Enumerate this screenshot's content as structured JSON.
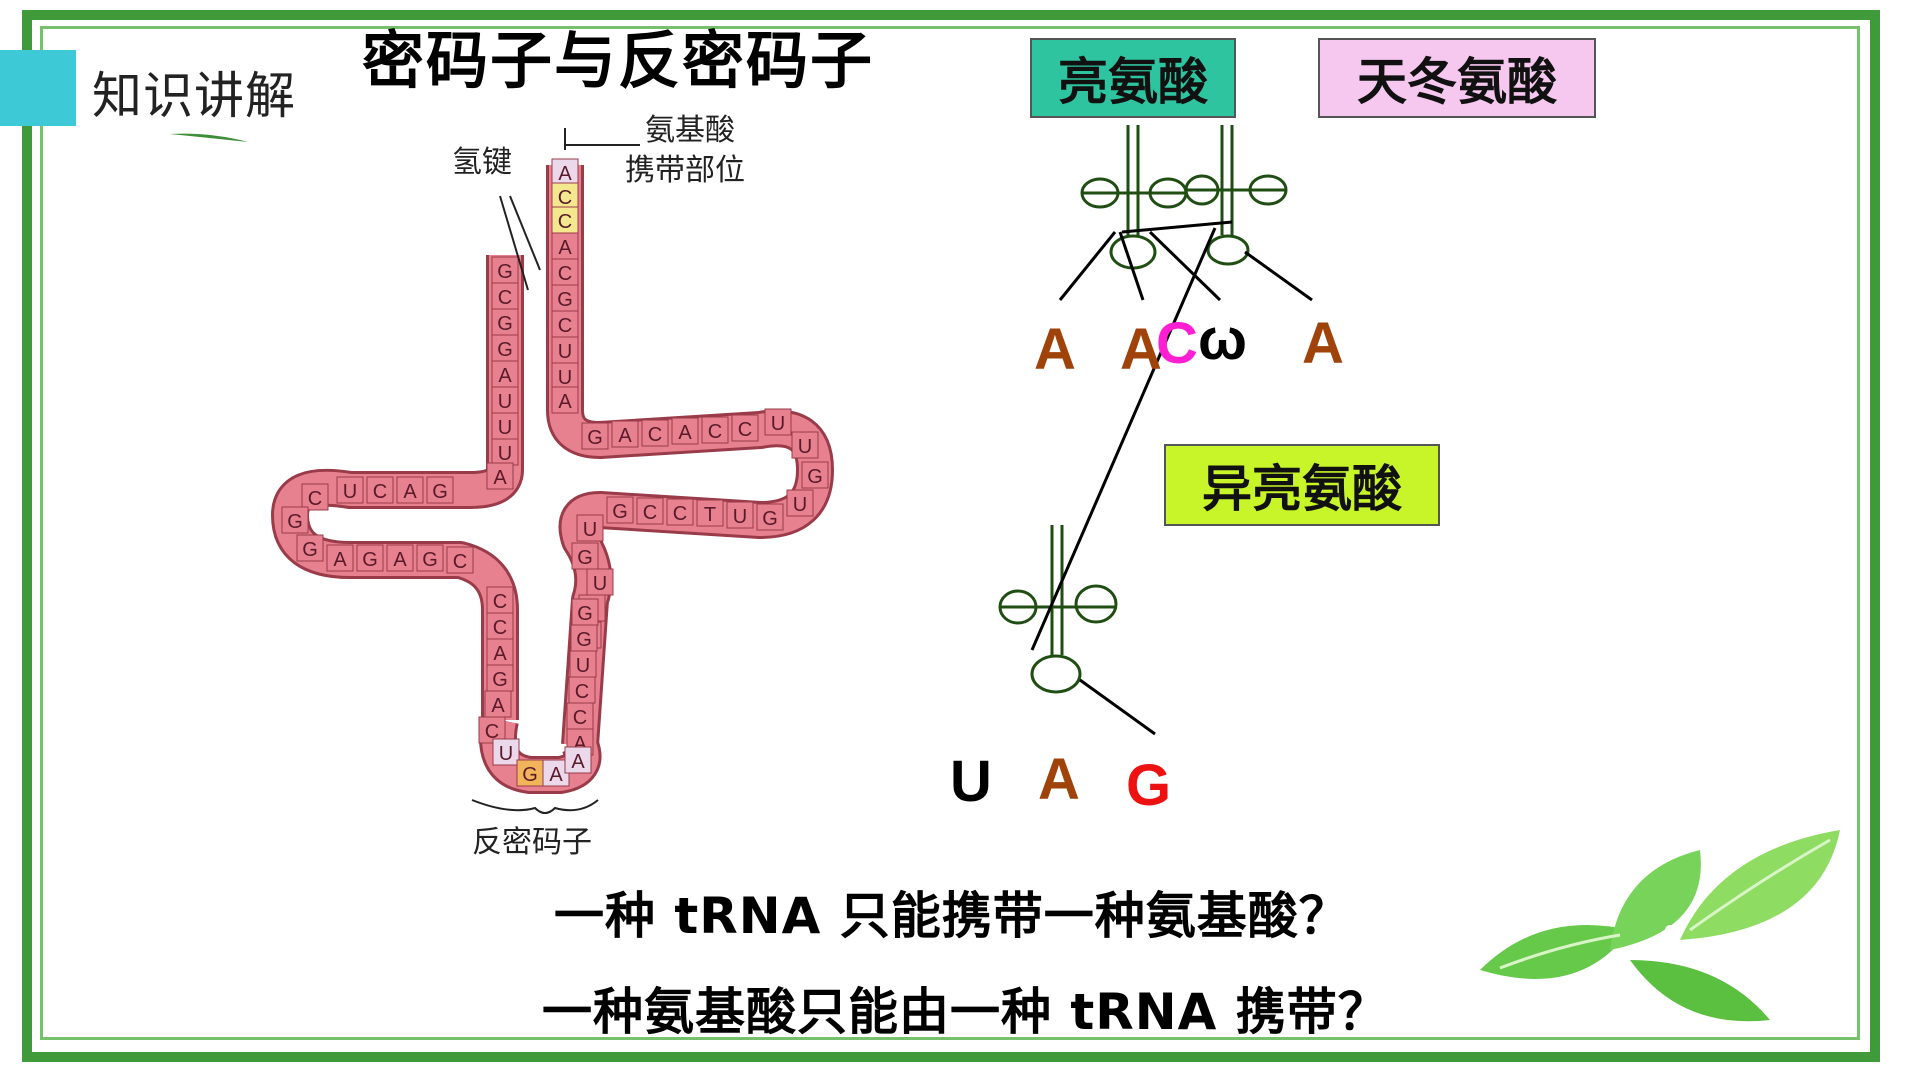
{
  "section": {
    "label": "知识讲解",
    "accent": "#3ec9d6"
  },
  "title": "密码子与反密码子",
  "trna": {
    "acceptor_stem": [
      "A",
      "C",
      "C",
      "A",
      "C",
      "G",
      "C",
      "U",
      "U",
      "A"
    ],
    "stem_left": [
      "G",
      "C",
      "G",
      "G",
      "A",
      "U",
      "U",
      "U",
      "A"
    ],
    "d_loop": [
      "G",
      "A",
      "C",
      "U",
      "C",
      "G",
      "G",
      "A",
      "G",
      "A",
      "G",
      "C"
    ],
    "right_arm": [
      "G",
      "A",
      "C",
      "A",
      "C",
      "C",
      "U",
      "U",
      "G",
      "U",
      "G",
      "U",
      "T",
      "C",
      "C",
      "G"
    ],
    "right_inner": [
      "U",
      "G",
      "U",
      "G",
      "G"
    ],
    "anticodon_stem_left": [
      "C",
      "C",
      "A",
      "G",
      "A",
      "C"
    ],
    "anticodon_stem_right": [
      "G",
      "G",
      "U",
      "C",
      "C",
      "A"
    ],
    "anticodon_loop": [
      "U",
      "G",
      "A",
      "A"
    ],
    "labels": {
      "hydrogen_bond": "氢键",
      "amino_site_1": "氨基酸",
      "amino_site_2": "携带部位",
      "anticodon": "反密码子"
    },
    "colors": {
      "body": "#e8818f",
      "edge": "#9a3b4a",
      "pale": "#ebd8ea",
      "yellow": "#f4e88e",
      "orange": "#f2b45a"
    }
  },
  "amino_acids": [
    {
      "name": "亮氨酸",
      "color": "#2ec4a0"
    },
    {
      "name": "天冬氨酸",
      "color": "#f6c7ef"
    },
    {
      "name": "异亮氨酸",
      "color": "#c8f52a"
    }
  ],
  "mrna_top": [
    {
      "letter": "A",
      "color": "#a0430a"
    },
    {
      "letter": "A",
      "color": "#a0430a"
    },
    {
      "letter": "C",
      "color": "#ff1fd2"
    },
    {
      "letter": "ω",
      "color": "#000000"
    },
    {
      "letter": "A",
      "color": "#a0430a"
    }
  ],
  "mrna_bottom": [
    {
      "letter": "U",
      "color": "#000000"
    },
    {
      "letter": "A",
      "color": "#a0430a"
    },
    {
      "letter": "G",
      "color": "#ee1111"
    }
  ],
  "questions": [
    "一种 tRNA 只能携带一种氨基酸？",
    "一种氨基酸只能由一种 tRNA 携带？"
  ],
  "colors": {
    "frame": "#3f9b3a",
    "trna_outline": "#1f4d12",
    "leaf": "#6cc94a"
  }
}
